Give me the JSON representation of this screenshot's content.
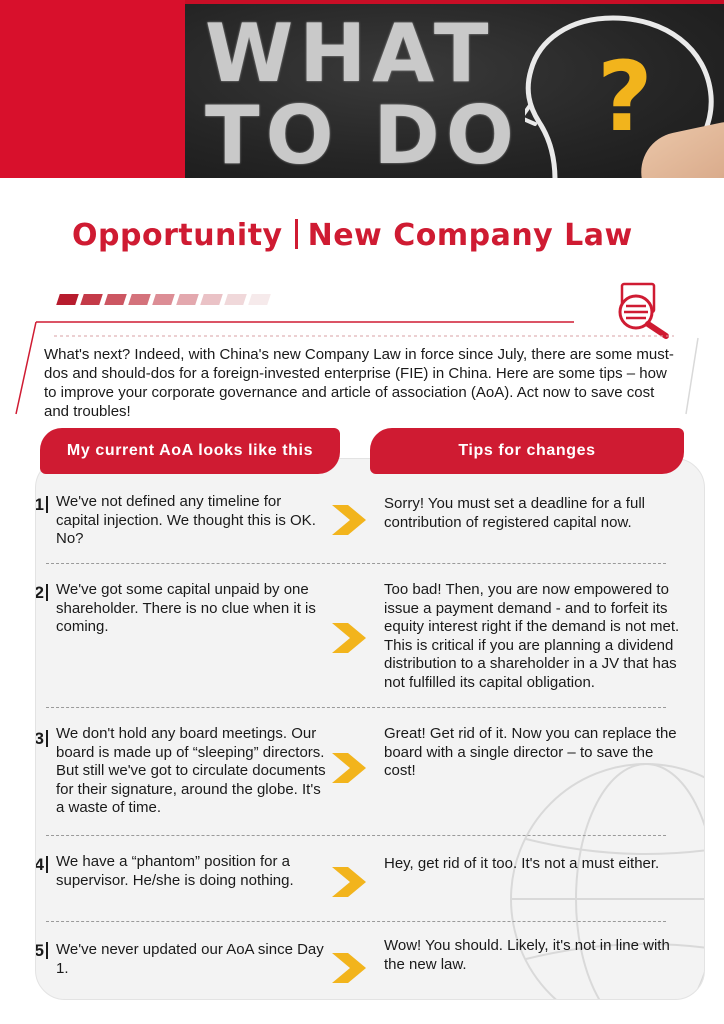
{
  "banner": {
    "line1": "WHAT",
    "line2": "TO DO",
    "question_mark": "?"
  },
  "title": {
    "left": "Opportunity",
    "right": "New Company Law"
  },
  "intro": "What's next? Indeed, with China's new Company Law in force since July, there are some must-dos and should-dos for a foreign-invested enterprise (FIE) in China. Here are some tips – how to improve your corporate governance and article of association (AoA). Act now to save cost and troubles!",
  "columns": {
    "left": "My current AoA looks like this",
    "right": "Tips for changes"
  },
  "rows": [
    {
      "num": "01",
      "current": "We've not defined any timeline for capital injection. We thought this is OK. No?",
      "tip": "Sorry! You must set a deadline for a full contribution of registered capital now."
    },
    {
      "num": "02",
      "current": "We've got some capital unpaid by one shareholder. There is no clue when it is coming.",
      "tip": "Too bad! Then, you are now empowered to issue a payment demand - and to forfeit its equity interest right if the demand is not met. This is critical if you are planning a dividend distribution to a shareholder in a JV that has not fulfilled its capital obligation."
    },
    {
      "num": "03",
      "current": "We don't hold any board meetings. Our board is made up of “sleeping” directors. But still we've got to circulate documents for their signature, around the globe. It's a waste of time.",
      "tip": "Great! Get rid of it. Now you can replace the board with a single director – to save the cost!"
    },
    {
      "num": "04",
      "current": "We have a “phantom” position for a supervisor. He/she is doing nothing.",
      "tip": "Hey, get rid of it too. It's not a must either."
    },
    {
      "num": "05",
      "current": "We've never updated our AoA since Day 1.",
      "tip": "Wow! You should. Likely, it's not in line with the new law."
    }
  ],
  "colors": {
    "brand_red": "#cf1b32",
    "arrow_yellow": "#f2b41c",
    "panel_bg": "#f3f3f3"
  },
  "icons": [
    "search-document-icon",
    "chevron-right-icon",
    "globe-watermark-icon",
    "head-question-icon"
  ]
}
